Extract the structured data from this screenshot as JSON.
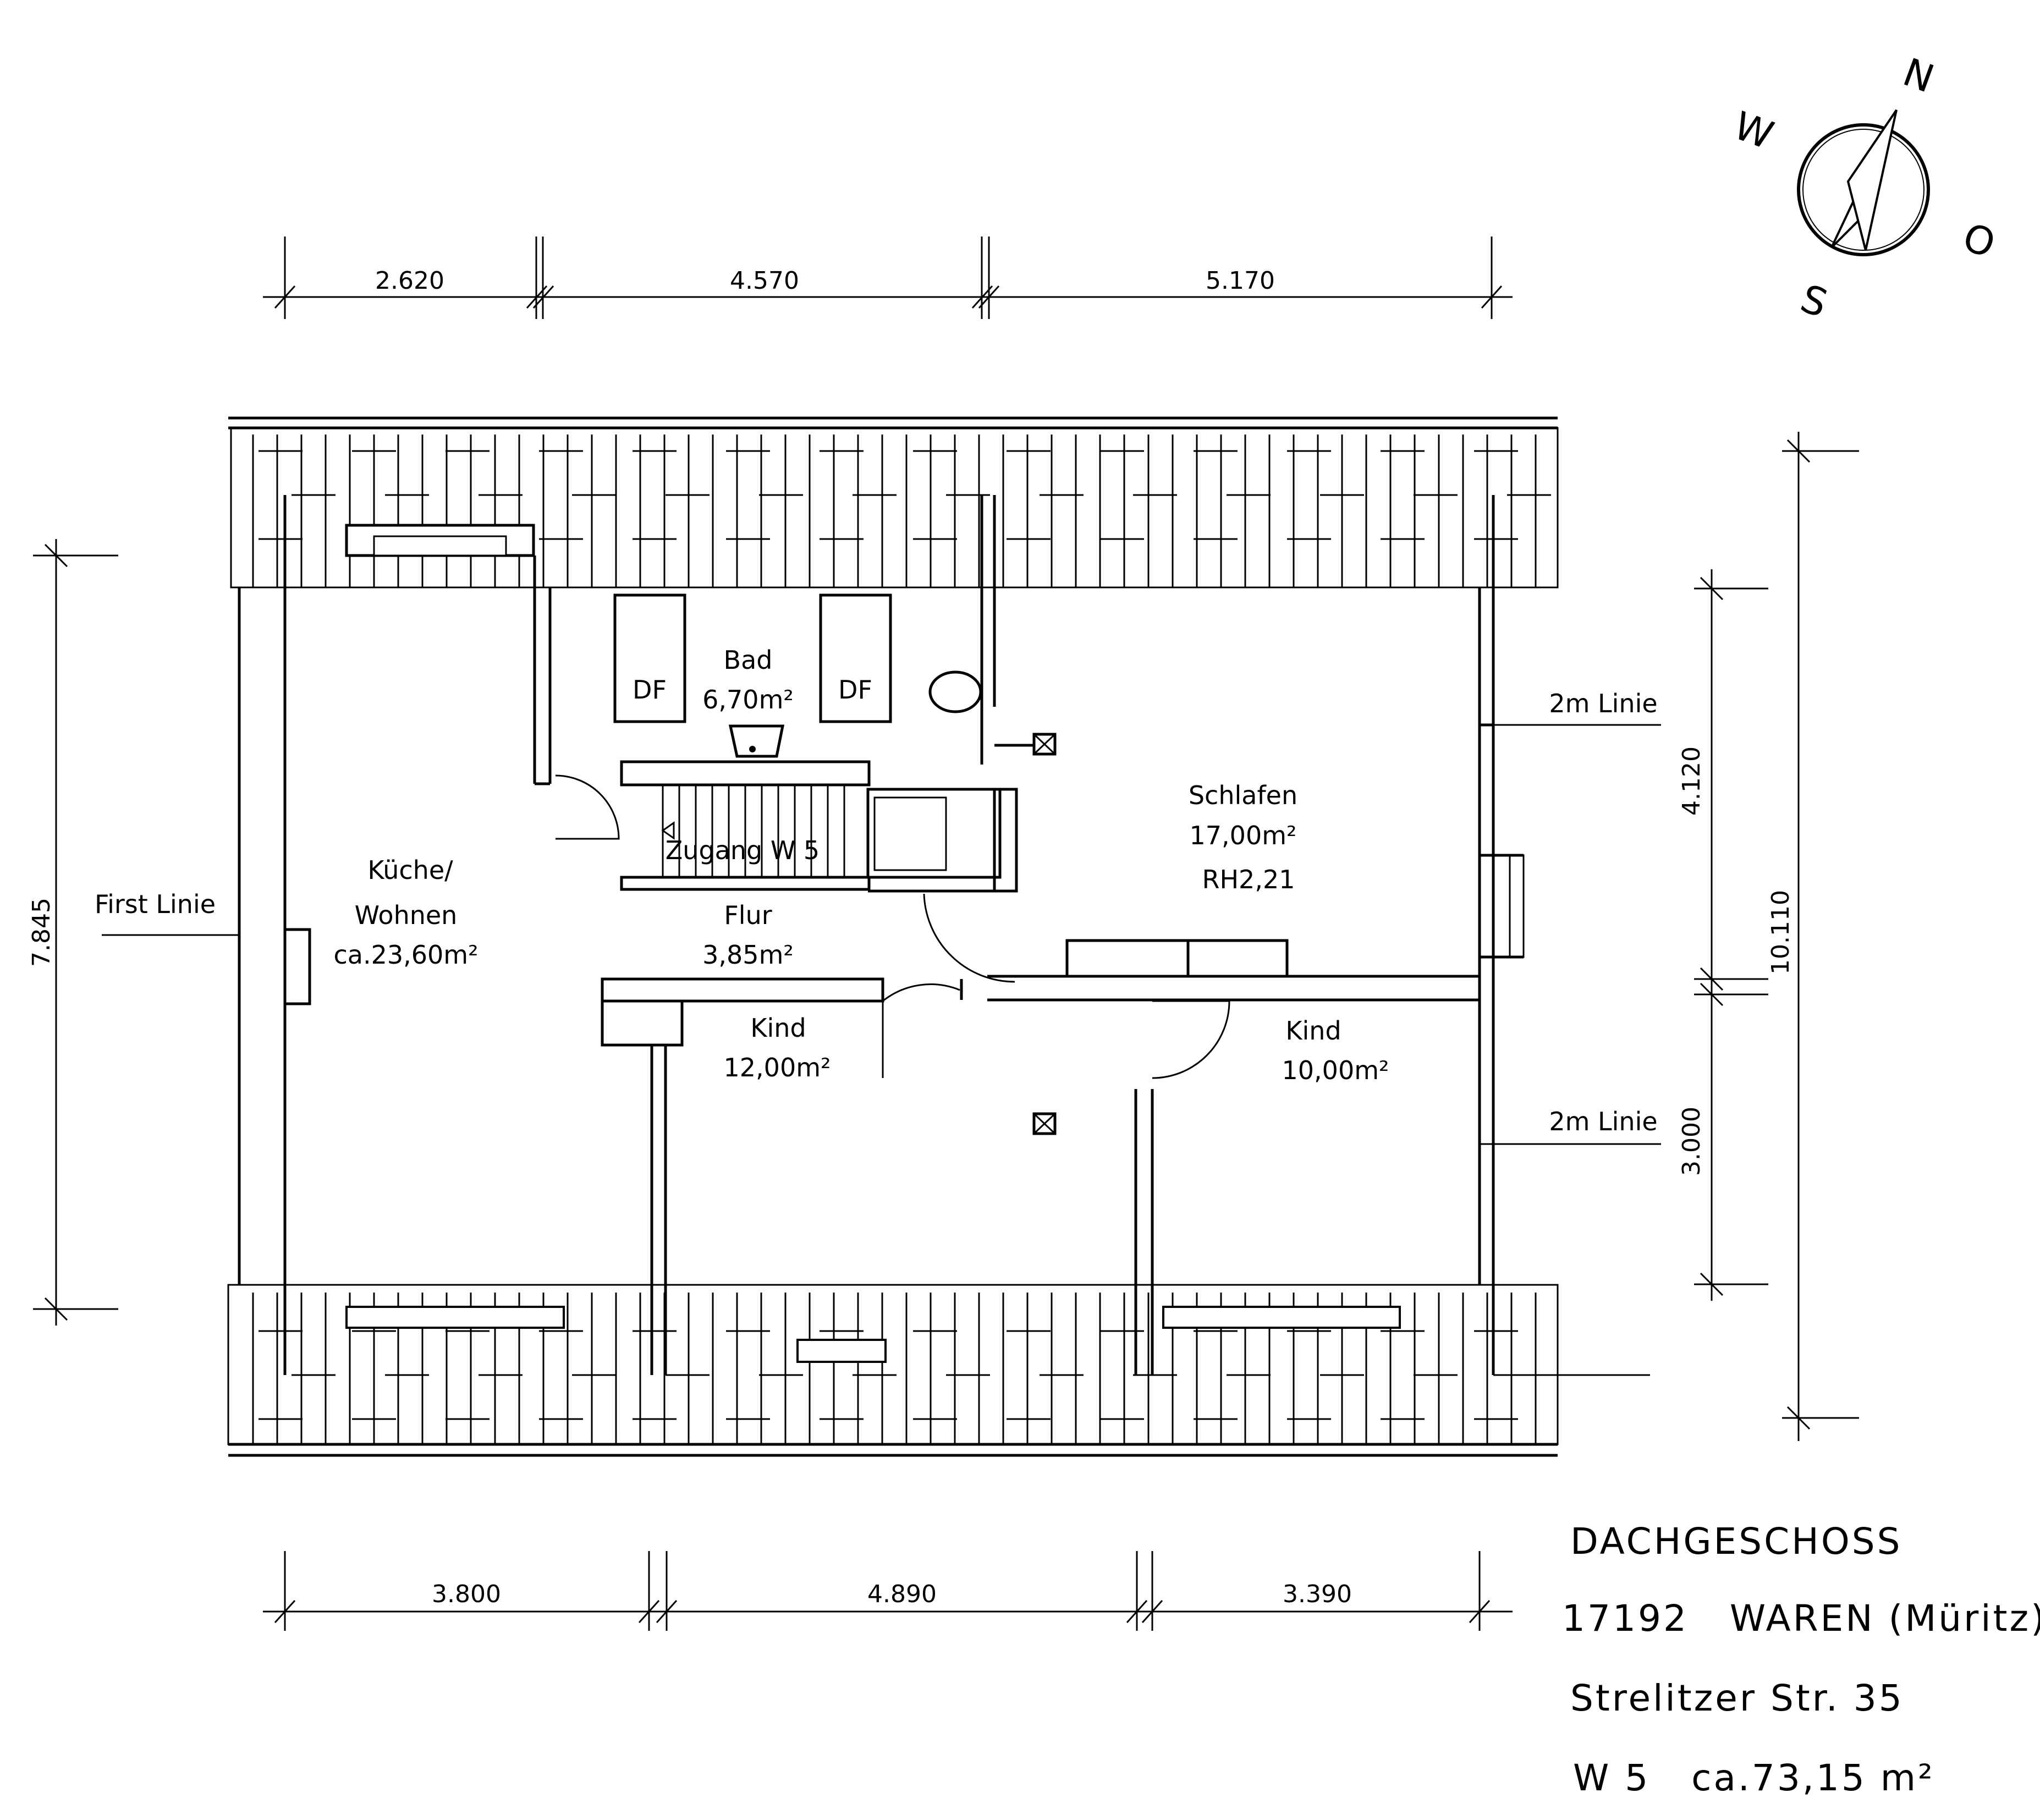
{
  "plan": {
    "rooms": {
      "bad_name": "Bad",
      "bad_area": "6,70m²",
      "df_left": "DF",
      "df_right": "DF",
      "kueche_name_1": "Küche/",
      "kueche_name_2": "Wohnen",
      "kueche_area": "ca.23,60m²",
      "zugang": "Zugang W 5",
      "flur_name": "Flur",
      "flur_area": "3,85m²",
      "schlafen_name": "Schlafen",
      "schlafen_area": "17,00m²",
      "schlafen_rh": "RH2,21",
      "kind1_name": "Kind",
      "kind1_area": "12,00m²",
      "kind2_name": "Kind",
      "kind2_area": "10,00m²"
    },
    "lines": {
      "first": "First Linie",
      "two_m_top": "2m Linie",
      "two_m_bottom": "2m Linie"
    },
    "dimensions": {
      "top": [
        "2.620",
        "4.570",
        "5.170"
      ],
      "bottom": [
        "3.800",
        "4.890",
        "3.390"
      ],
      "left": "7.845",
      "right_upper": "4.120",
      "right_lower": "3.000",
      "right_total": "10.110"
    },
    "compass": {
      "n": "N",
      "o": "O",
      "s": "S",
      "w": "W"
    }
  },
  "title_block": {
    "line1": "DACHGESCHOSS",
    "line2": "17192   WAREN (Müritz)",
    "line3": "Strelitzer Str. 35",
    "line4": "W 5   ca.73,15 m²"
  }
}
